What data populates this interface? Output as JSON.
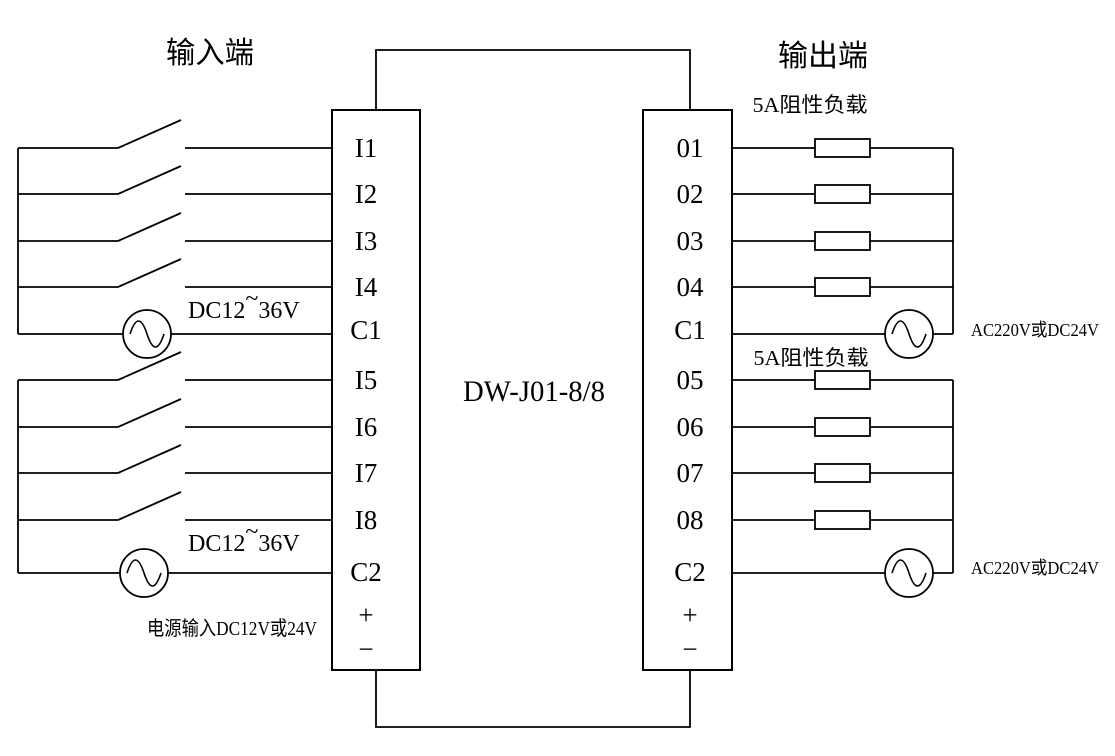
{
  "colors": {
    "line": "#000000",
    "background": "#ffffff",
    "text": "#000000"
  },
  "titles": {
    "input_side": "输入端",
    "output_side": "输出端"
  },
  "module": {
    "label": "DW-J01-8/8"
  },
  "input_block": {
    "terminals": [
      "I1",
      "I2",
      "I3",
      "I4",
      "C1",
      "I5",
      "I6",
      "I7",
      "I8",
      "C2",
      "+",
      "−"
    ]
  },
  "output_block": {
    "terminals": [
      "01",
      "02",
      "03",
      "04",
      "C1",
      "05",
      "06",
      "07",
      "08",
      "C2",
      "+",
      "−"
    ]
  },
  "labels": {
    "dc_source_upper": {
      "parts": [
        "DC12",
        "~",
        "36V"
      ]
    },
    "dc_source_lower": {
      "parts": [
        "DC12",
        "~",
        "36V"
      ]
    },
    "power_input": "电源输入DC12V或24V",
    "load_upper": "5A阻性负载",
    "load_lower": "5A阻性负载",
    "ac_upper": "AC220V或DC24V",
    "ac_lower": "AC220V或DC24V"
  }
}
